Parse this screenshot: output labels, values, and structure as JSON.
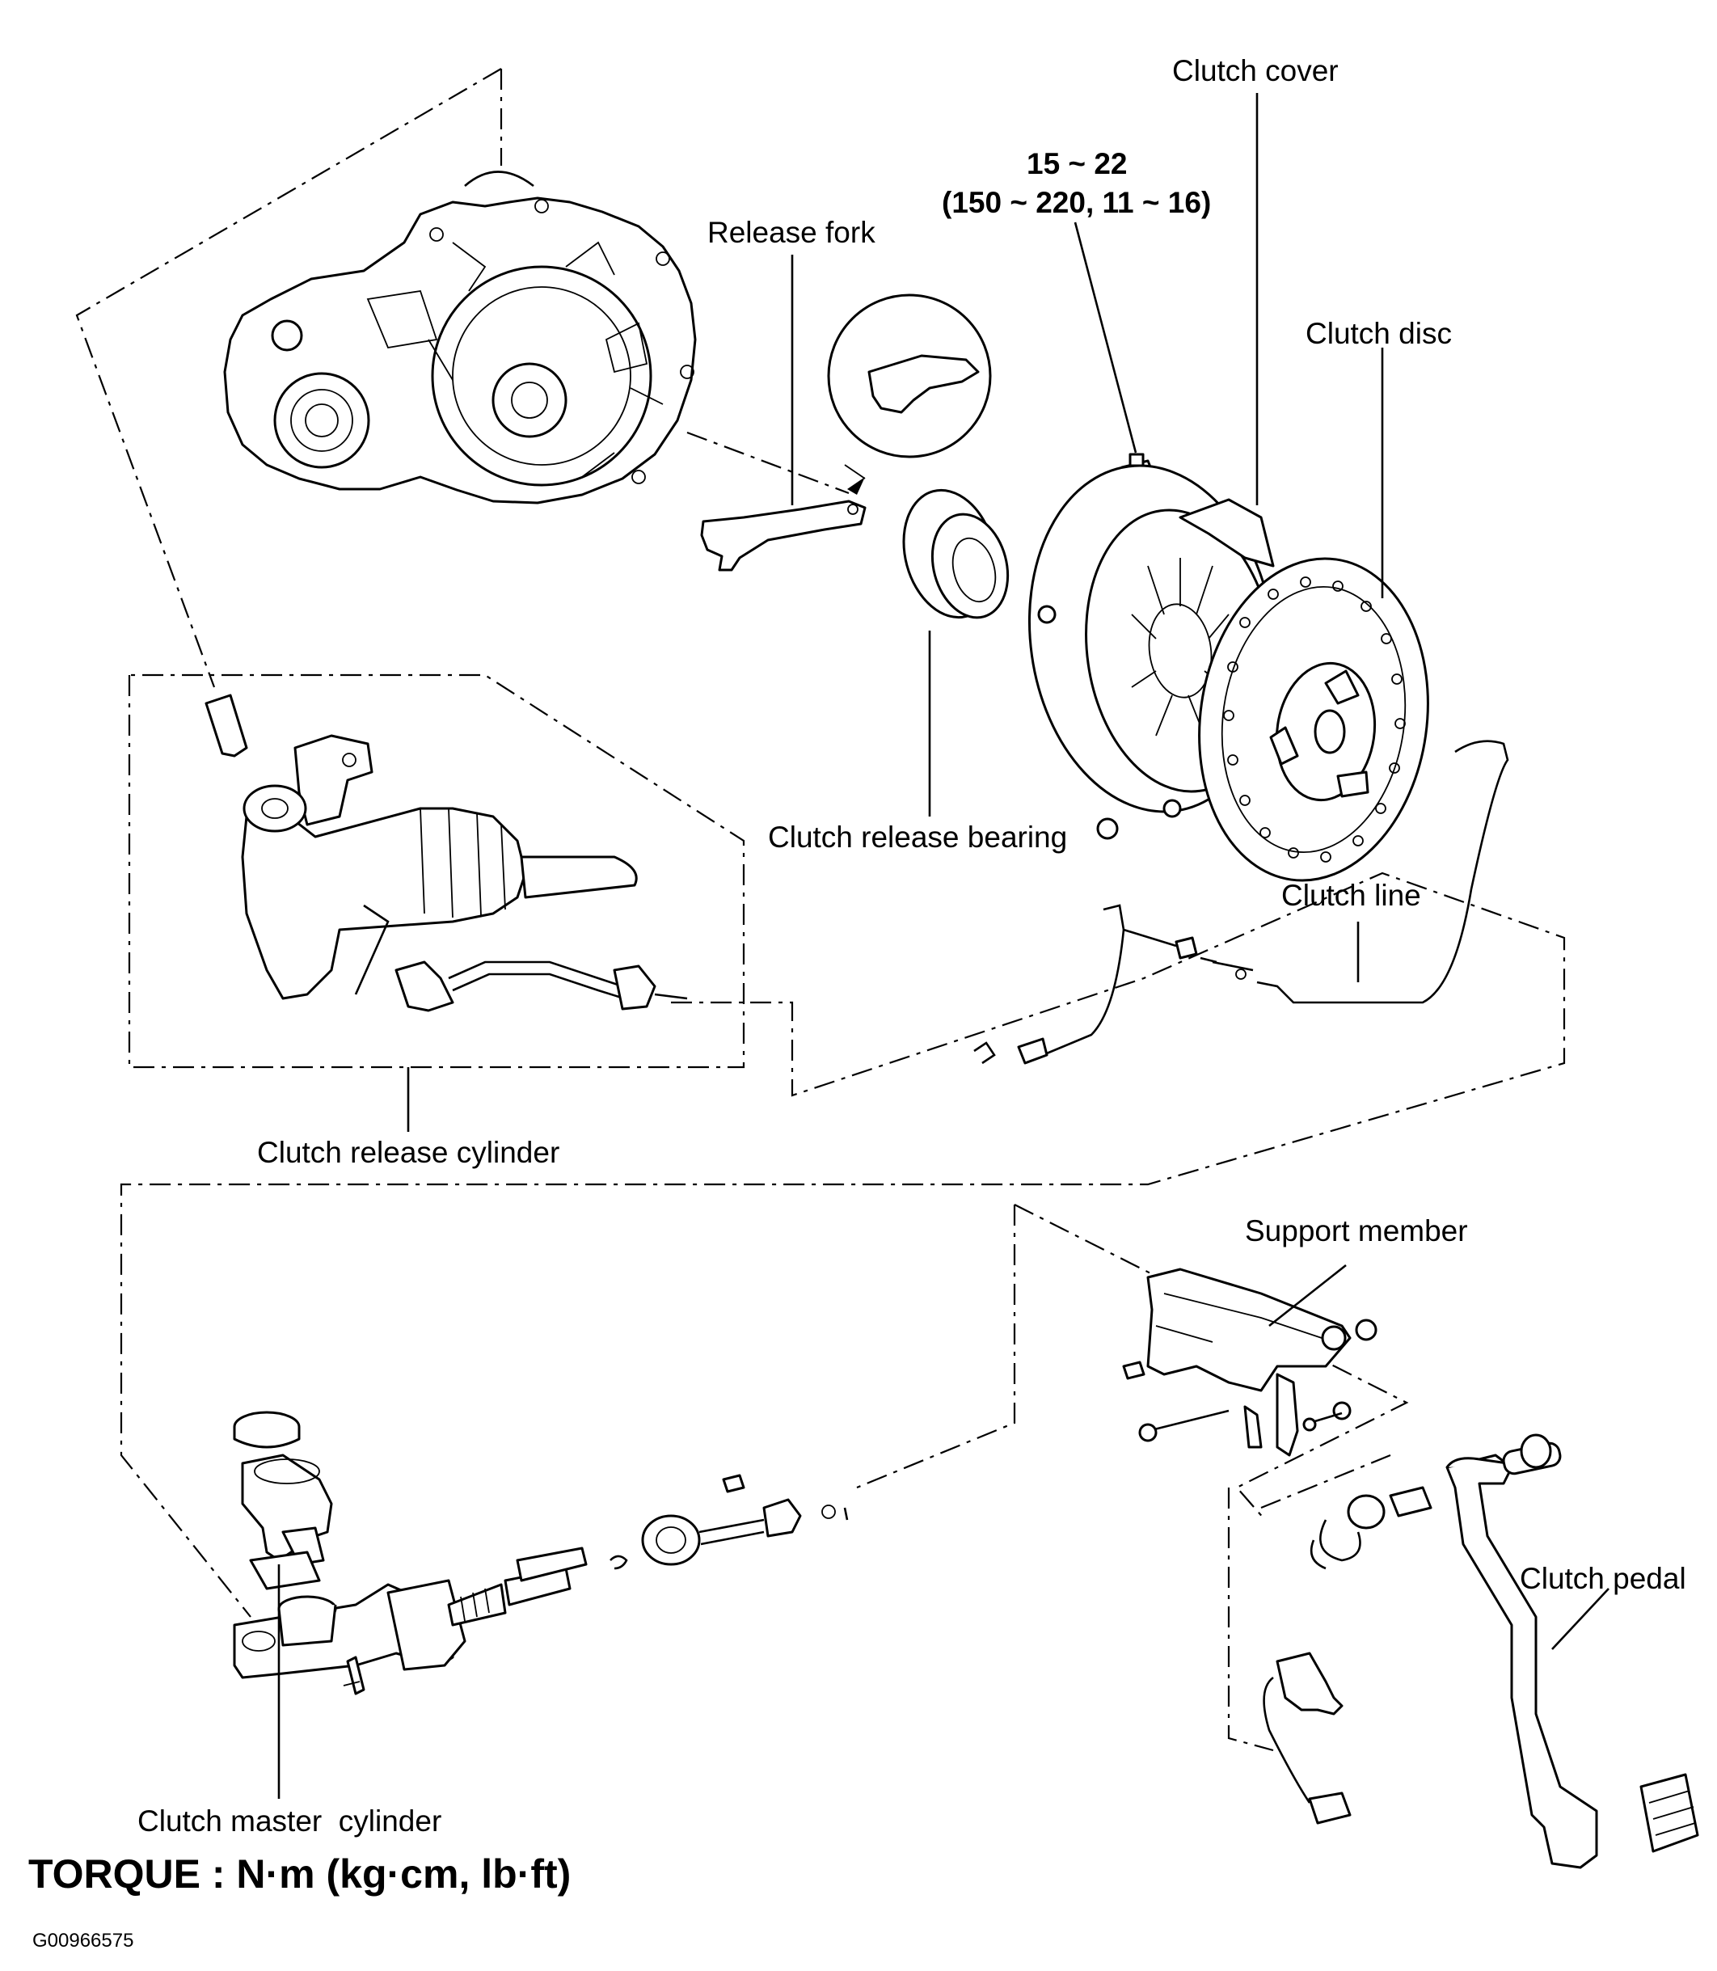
{
  "labels": {
    "clutch_cover": "Clutch cover",
    "torque_spec_line1": "15 ~ 22",
    "torque_spec_line2": "(150 ~ 220, 11 ~ 16)",
    "release_fork": "Release fork",
    "clutch_disc": "Clutch disc",
    "clutch_release_bearing": "Clutch release bearing",
    "clutch_line": "Clutch line",
    "clutch_release_cylinder": "Clutch release cylinder",
    "support_member": "Support member",
    "clutch_pedal": "Clutch pedal",
    "clutch_master_cylinder": "Clutch master  cylinder"
  },
  "footer": {
    "torque_units": "TORQUE : N·m (kg·cm, lb·ft)",
    "figure_id": "G00966575"
  }
}
